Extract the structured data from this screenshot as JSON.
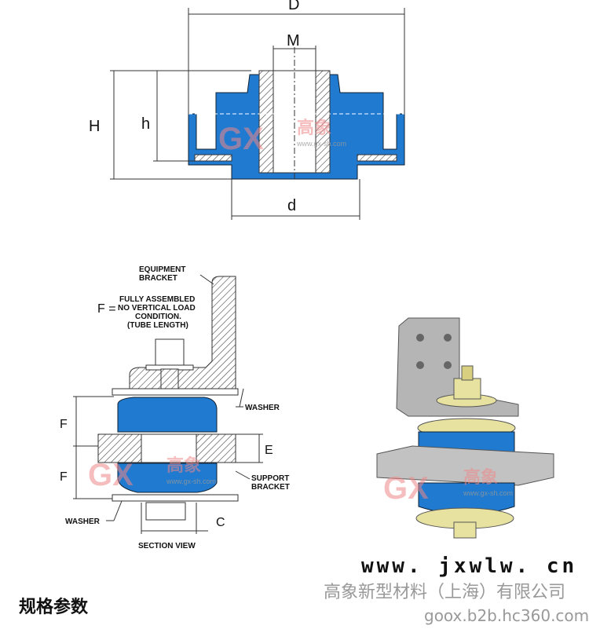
{
  "top_diagram": {
    "labels": {
      "D": "D",
      "M": "M",
      "H": "H",
      "h": "h",
      "d": "d"
    }
  },
  "section_diagram": {
    "equipment_bracket": [
      "EQUIPMENT",
      "BRACKET"
    ],
    "f_label": "F =",
    "f_definition": [
      "FULLY ASSEMBLED",
      "NO VERTICAL LOAD",
      "CONDITION.",
      "(TUBE LENGTH)"
    ],
    "washer_top": "WASHER",
    "washer_bottom": "WASHER",
    "support_bracket": [
      "SUPPORT",
      "BRACKET"
    ],
    "dims": {
      "F1": "F",
      "F2": "F",
      "E": "E",
      "C": "C"
    },
    "caption": "SECTION VIEW"
  },
  "watermark": {
    "logo": "GX",
    "name": "高象",
    "url": "www.gx-sh.com"
  },
  "footer": {
    "title": "规格参数",
    "company": "高象新型材料（上海）有限公司",
    "site1": "www. jxwlw. cn",
    "site2": "goox.b2b.hc360.com"
  },
  "colors": {
    "rubber_blue": "#1f7ad0",
    "washer_yellow": "#e8e2a0",
    "bracket_gray": "#b5b5b5"
  }
}
